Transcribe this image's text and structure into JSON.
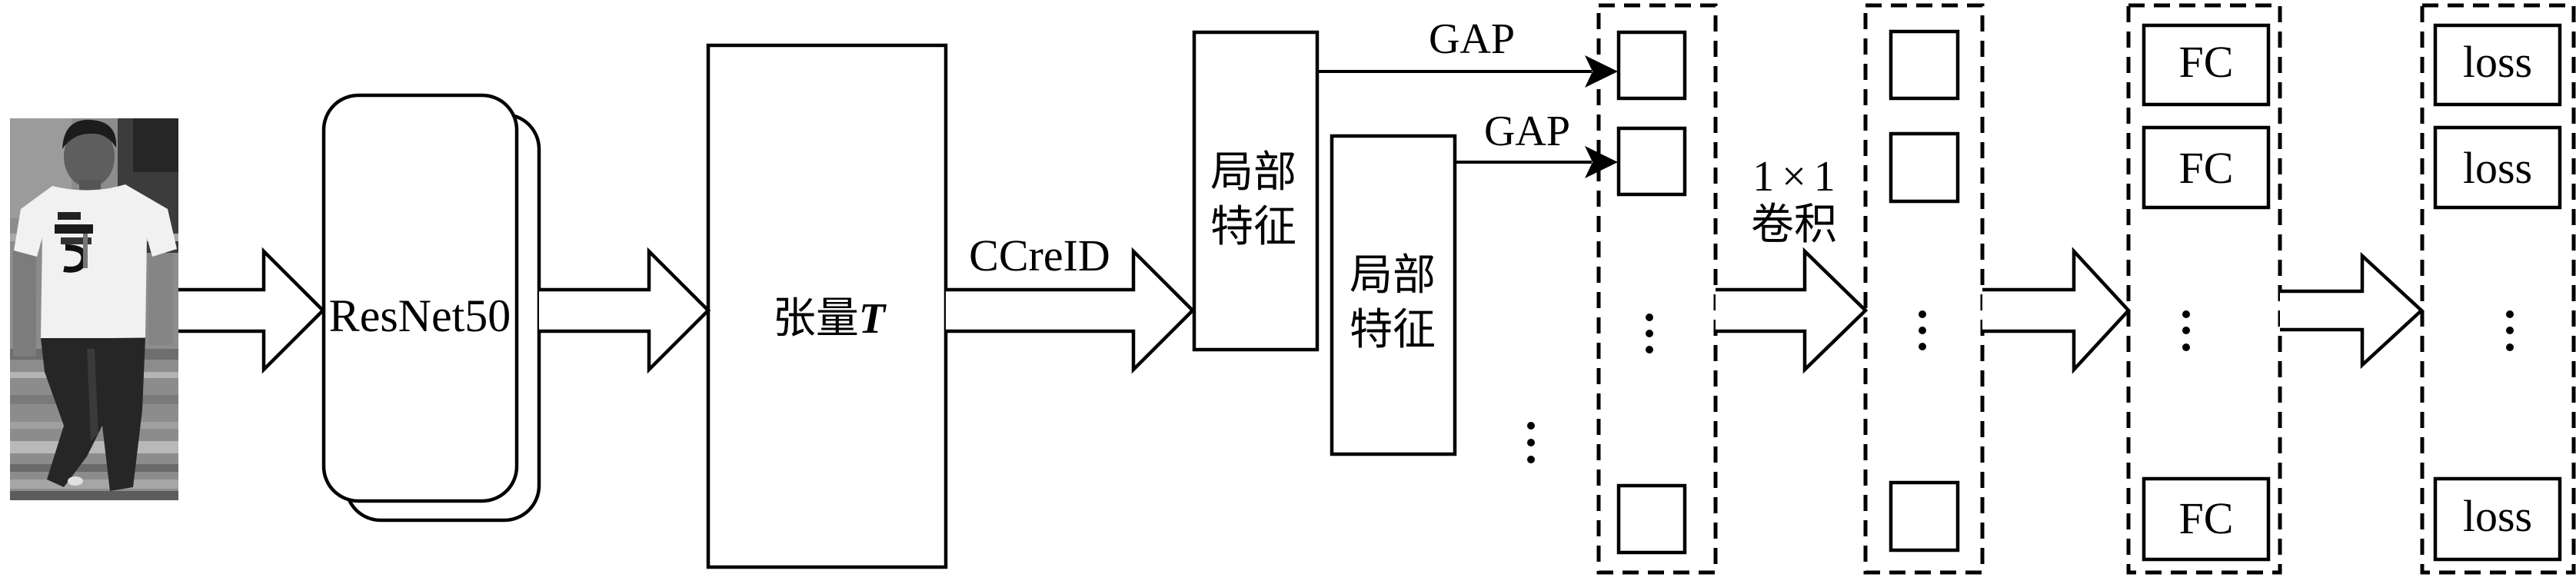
{
  "diagram": {
    "backbone_label": "ResNet50",
    "tensor": {
      "label": "张量",
      "symbol": "T"
    },
    "ccreid_label": "CCreID",
    "local_features": [
      {
        "lines": [
          "局部",
          "特征"
        ]
      },
      {
        "lines": [
          "局部",
          "特征"
        ]
      }
    ],
    "gap_labels": [
      "GAP",
      "GAP"
    ],
    "conv_label": [
      "1×1",
      "卷积"
    ],
    "feature_column_1": {
      "visible_cells": 3,
      "ellipsis": true
    },
    "feature_column_2": {
      "visible_cells": 3,
      "ellipsis": true
    },
    "fc_labels": [
      "FC",
      "FC",
      "FC"
    ],
    "loss_labels": [
      "loss",
      "loss",
      "loss"
    ]
  },
  "colors": {
    "stroke": "#000000",
    "background": "#ffffff"
  }
}
